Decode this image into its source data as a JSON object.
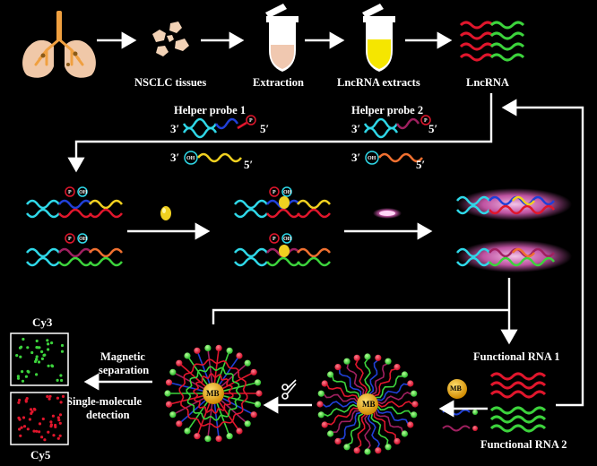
{
  "labels": {
    "tissues": "NSCLC tissues",
    "extraction": "Extraction",
    "extracts": "LncRNA extracts",
    "lncrna": "LncRNA",
    "helper1": "Helper probe 1",
    "helper2": "Helper probe 2",
    "three_prime": "3′",
    "five_prime": "5′",
    "cy3": "Cy3",
    "cy5": "Cy5",
    "magnetic_1": "Magnetic",
    "magnetic_2": "separation",
    "detect_1": "Single-molecule",
    "detect_2": "detection",
    "functional1": "Functional RNA 1",
    "functional2": "Functional RNA 2",
    "mb": "MB",
    "p": "P",
    "oh": "OH"
  },
  "colors": {
    "background": "#000000",
    "lung": "#f0c8a8",
    "bronchus": "#f0a040",
    "tissue": "#f2d2b6",
    "tube_extraction": "#f0c8b0",
    "tube_lncrna": "#f5e600",
    "rna_red": "#e0162c",
    "rna_green": "#3cd33c",
    "dna_cyan": "#2fd8e8",
    "dna_blue": "#2040d8",
    "dna_yellow": "#f0d020",
    "dna_orange": "#f07030",
    "dna_magenta": "#a02060",
    "glow_pink": "#ff6fd8",
    "mb_core": "#f0b400",
    "cy3_dot": "#3cd33c",
    "cy5_dot": "#e0162c"
  },
  "icons": [
    "lung-icon",
    "tissue-icon",
    "tube-icon",
    "scissors-icon",
    "ligase-icon",
    "magnetic-bead-icon"
  ]
}
